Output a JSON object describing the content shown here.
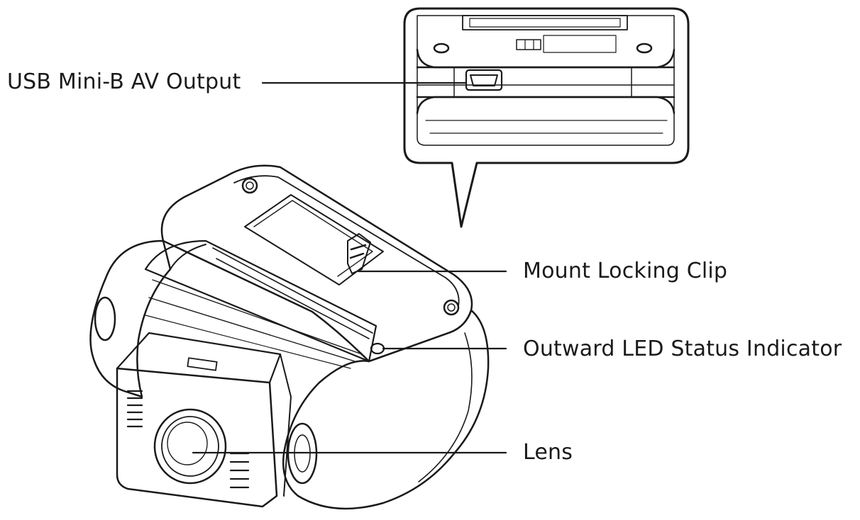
{
  "callouts": {
    "usb_output": "USB Mini-B AV Output",
    "mount_clip": "Mount Locking Clip",
    "led_indicator": "Outward LED Status Indicator",
    "lens": "Lens"
  },
  "colors": {
    "line": "#1a1a1a",
    "background": "#ffffff"
  }
}
